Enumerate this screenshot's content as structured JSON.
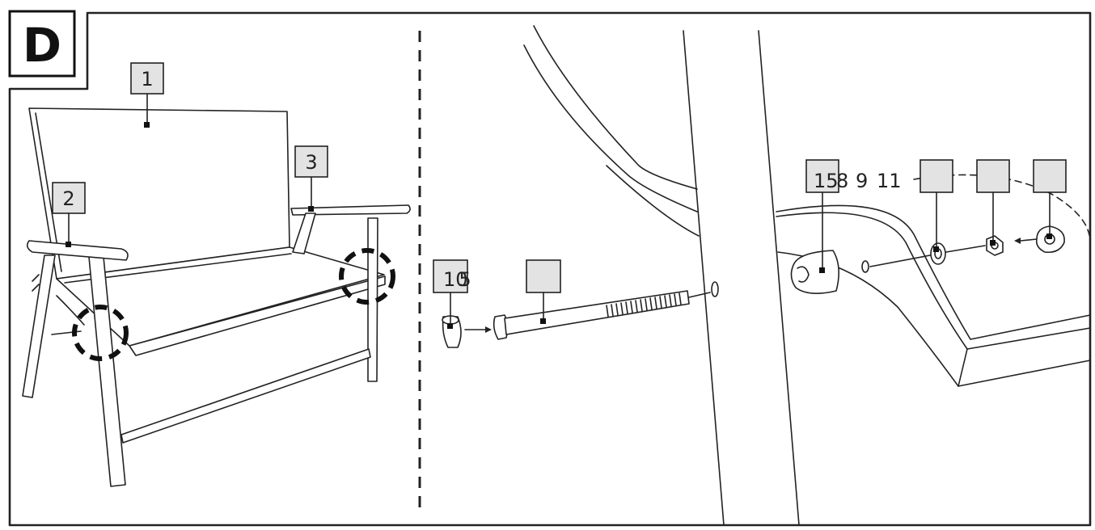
{
  "step": {
    "letter": "D"
  },
  "labels": {
    "part1": "1",
    "part2": "2",
    "part3": "3",
    "part10": "10",
    "part5": "5",
    "part15": "15",
    "part8": "8",
    "part9": "9",
    "part11": "11"
  }
}
